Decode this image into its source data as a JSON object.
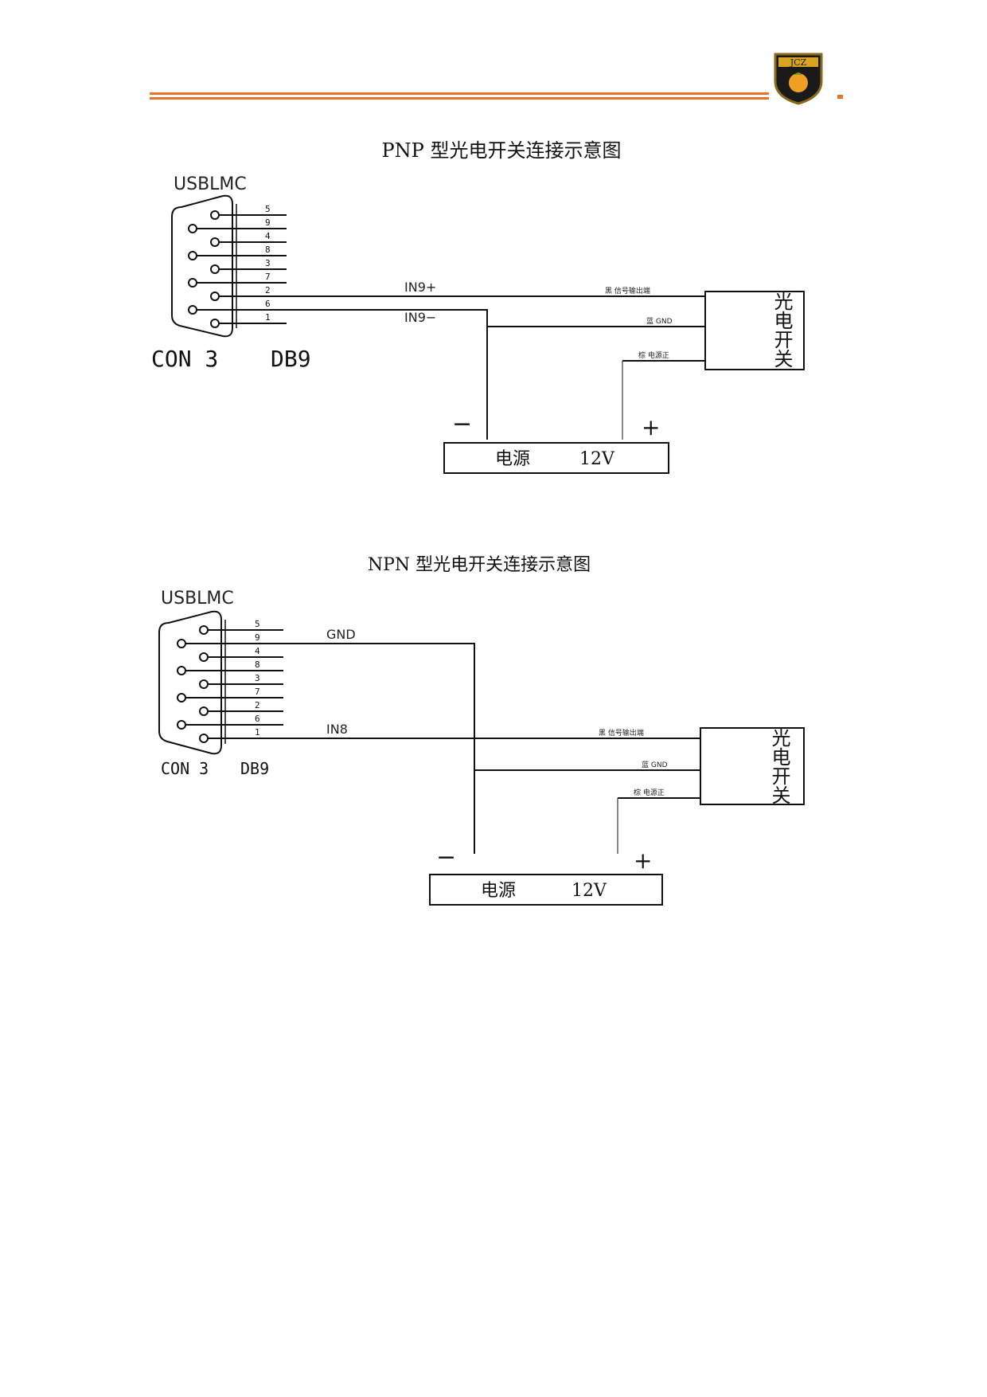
{
  "header": {
    "logo_text": "JCZ",
    "accent_color": "#e8742a"
  },
  "diagrams": [
    {
      "title": "PNP 型光电开关连接示意图",
      "connector_label": "USBLMC",
      "connector_caption_left": "CON 3",
      "connector_caption_right": "DB9",
      "pins": [
        "5",
        "9",
        "4",
        "8",
        "3",
        "7",
        "2",
        "6",
        "1"
      ],
      "signal_a": "IN9+",
      "signal_b": "IN9−",
      "switch_label": "光电开关",
      "wire_out": "黑  信号输出端",
      "wire_gnd": "蓝    GND",
      "wire_pwr": "棕  电源正",
      "power_label": "电源",
      "power_voltage": "12V",
      "minus": "−",
      "plus": "+"
    },
    {
      "title": "NPN 型光电开关连接示意图",
      "connector_label": "USBLMC",
      "connector_caption_left": "CON 3",
      "connector_caption_right": "DB9",
      "pins": [
        "5",
        "9",
        "4",
        "8",
        "3",
        "7",
        "2",
        "6",
        "1"
      ],
      "signal_a": "GND",
      "signal_b": "IN8",
      "switch_label": "光电开关",
      "wire_out": "黑  信号输出端",
      "wire_gnd": "蓝    GND",
      "wire_pwr": "棕  电源正",
      "power_label": "电源",
      "power_voltage": "12V",
      "minus": "−",
      "plus": "+"
    }
  ]
}
